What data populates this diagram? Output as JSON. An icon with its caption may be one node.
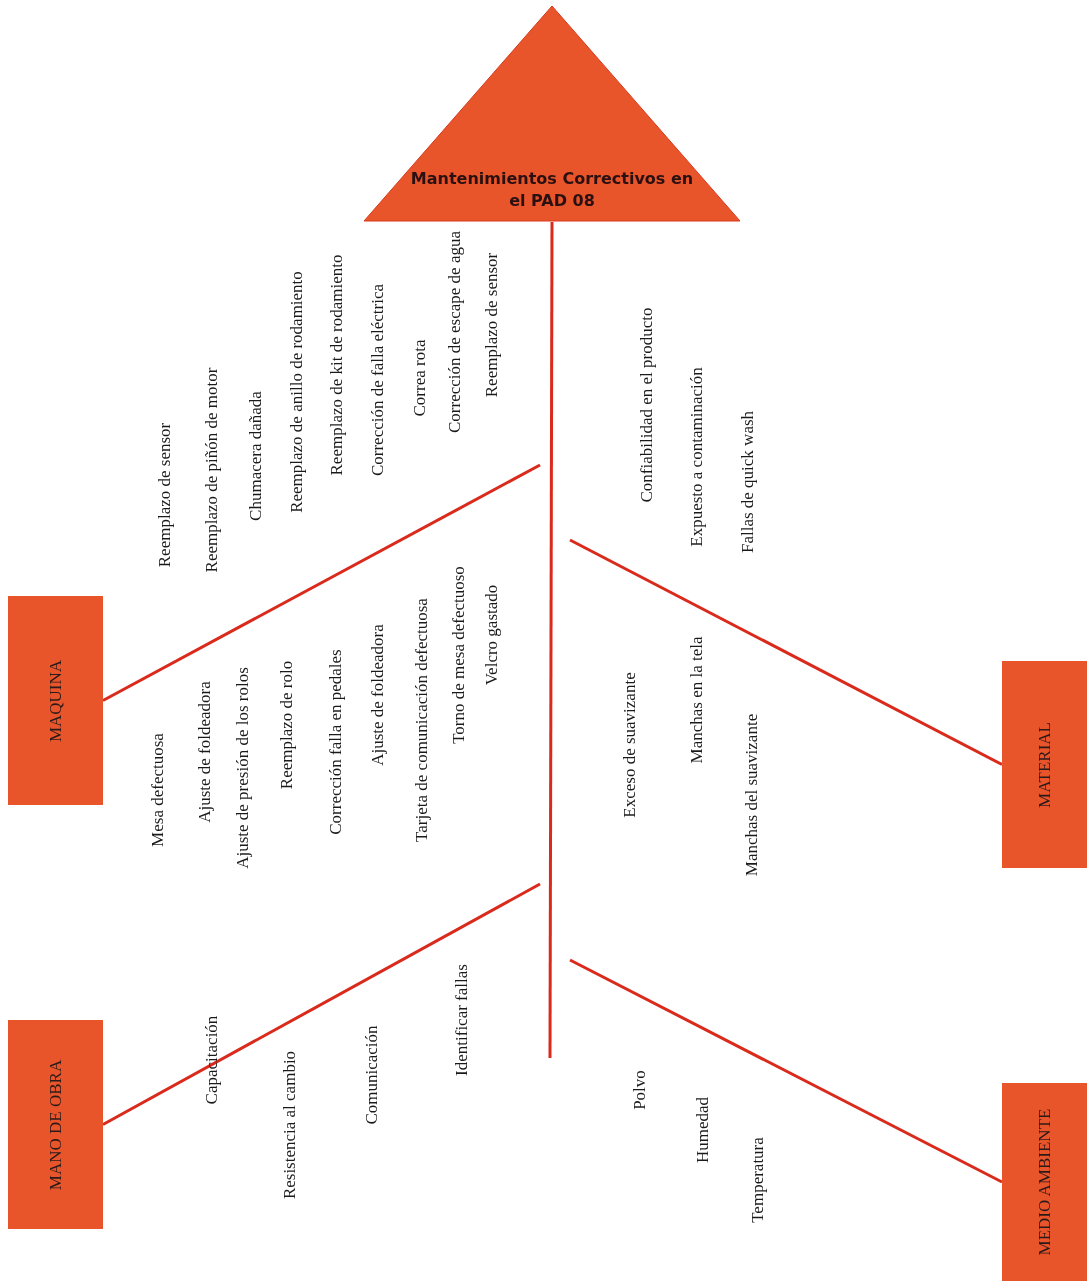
{
  "diagram": {
    "nodes": [
      {
        "text": [
          "Mantenimientos Correctivos en el PAD 08"
        ]
      },
      {
        "text": [
          "MAQUINA"
        ]
      },
      {
        "text": [
          "MANO DE OBRA"
        ]
      },
      {
        "text": [
          "MATERIAL"
        ]
      },
      {
        "text": [
          "MEDIO AMBIENTE"
        ]
      }
    ],
    "edges": [
      {
        "from": null,
        "to": 0,
        "arrow": "none"
      },
      {
        "from": 1,
        "to": null,
        "arrow": "none"
      },
      {
        "from": 2,
        "to": null,
        "arrow": "none"
      },
      {
        "from": 3,
        "to": null,
        "arrow": "none"
      },
      {
        "from": 4,
        "to": null,
        "arrow": "none"
      }
    ],
    "labels": [
      "Reemplazo de sensor",
      "Reemplazo de piñón de motor",
      "Chumacera dañada",
      "Reemplazo de anillo de rodamiento",
      "Reemplazo de kit de rodamiento",
      "Corrección de falla eléctrica",
      "Correa rota",
      "Corrección de escape de agua",
      "Reemplazo de sensor",
      "Mesa defectuosa",
      "Ajuste de foldeadora",
      "Ajuste de presión de los rolos",
      "Reemplazo de rolo",
      "Corrección falla en pedales",
      "Ajuste de foldeadora",
      "Tarjeta de comunicación defectuosa",
      "Torno de mesa defectuoso",
      "Velcro gastado",
      "Capacitación",
      "Resistencia al cambio",
      "Comunicación",
      "Identificar fallas",
      "Confiabilidad en el producto",
      "Expuesto a contaminación",
      "Fallas de quick wash",
      "Exceso de suavizante",
      "Manchas en la tela",
      "Manchas del suavizante",
      "Polvo",
      "Humedad",
      "Temperatura"
    ]
  }
}
